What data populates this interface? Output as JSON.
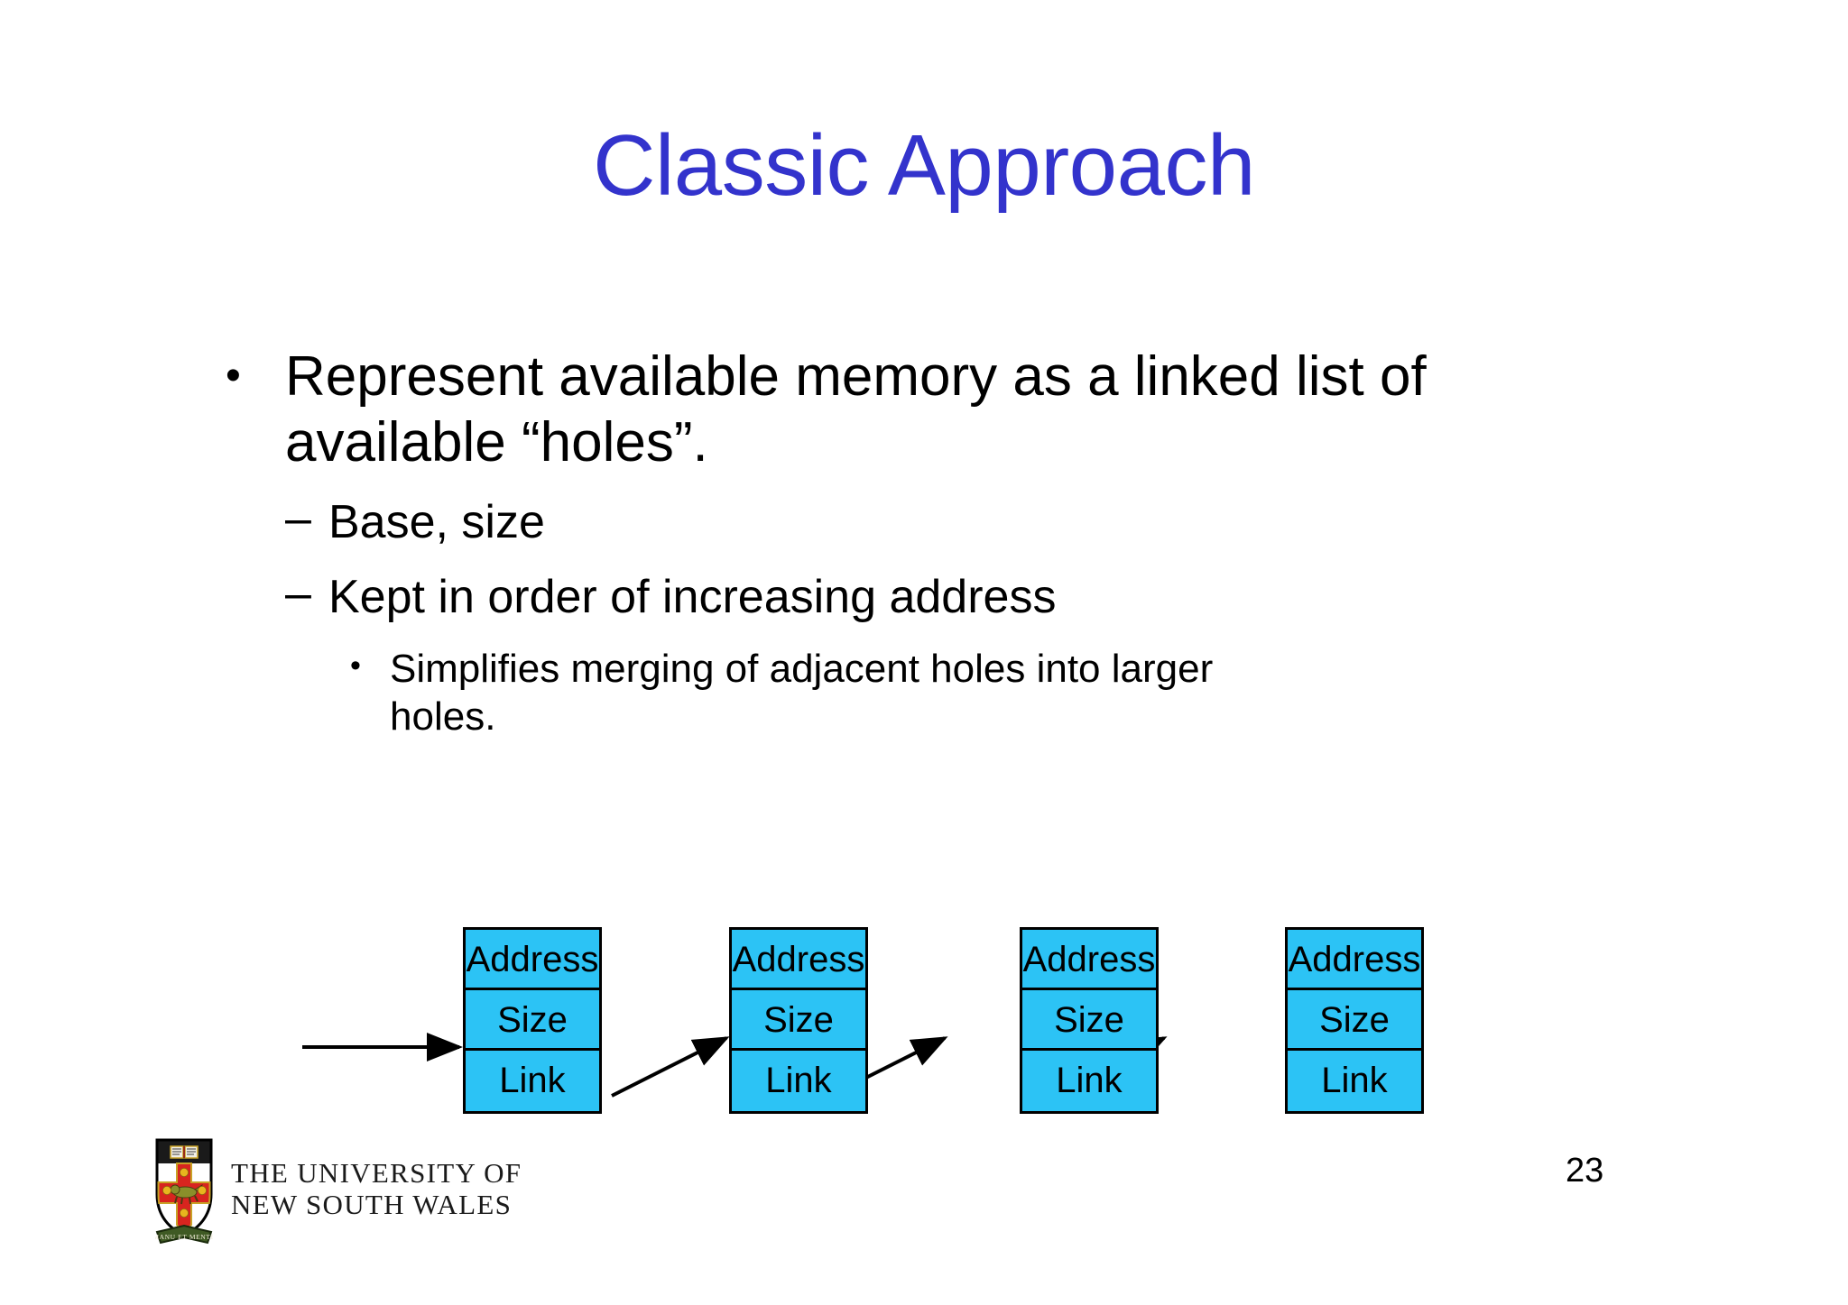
{
  "slide": {
    "title": "Classic Approach",
    "page_number": "23",
    "title_color": "#3333cc",
    "node_fill_color": "#2cc3f5",
    "node_border_color": "#000000",
    "background_color": "#ffffff"
  },
  "bullets": [
    {
      "level": 1,
      "marker": "•",
      "text": "Represent available memory as a linked list of available “holes”."
    },
    {
      "level": 2,
      "marker": "–",
      "text": "Base, size"
    },
    {
      "level": 2,
      "marker": "–",
      "text": "Kept in order of increasing address"
    },
    {
      "level": 3,
      "marker": "•",
      "text": "Simplifies merging of adjacent holes into larger holes."
    }
  ],
  "diagram": {
    "type": "linked-list",
    "field_labels": [
      "Address",
      "Size",
      "Link"
    ],
    "nodes": [
      {
        "fields": [
          "Address",
          "Size",
          "Link"
        ]
      },
      {
        "fields": [
          "Address",
          "Size",
          "Link"
        ]
      },
      {
        "fields": [
          "Address",
          "Size",
          "Link"
        ]
      },
      {
        "fields": [
          "Address",
          "Size",
          "Link"
        ]
      }
    ]
  },
  "footer": {
    "logo_line1": "THE UNIVERSITY OF",
    "logo_line2": "NEW SOUTH WALES",
    "crest_motto": "MANU ET MENTE",
    "crest_book_word": "SCIENTIA"
  }
}
